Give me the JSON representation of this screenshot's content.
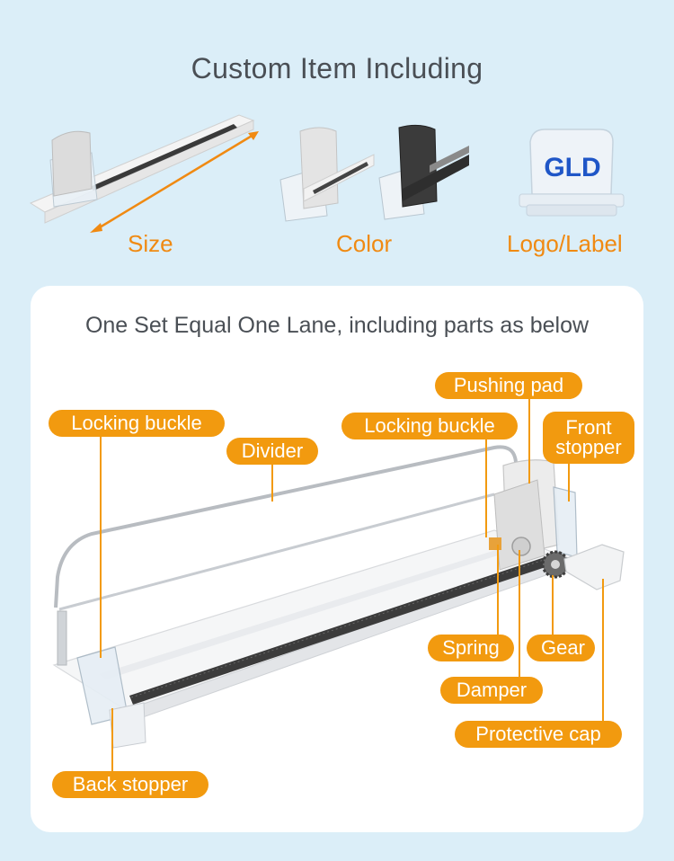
{
  "header": {
    "title": "Custom Item Including"
  },
  "options": {
    "size": {
      "label": "Size"
    },
    "color": {
      "label": "Color"
    },
    "logo": {
      "label": "Logo/Label",
      "badge_text": "GLD"
    }
  },
  "card": {
    "title": "One Set Equal One Lane, including parts as below"
  },
  "parts": {
    "locking_buckle_left": "Locking buckle",
    "divider": "Divider",
    "locking_buckle_right": "Locking buckle",
    "pushing_pad": "Pushing pad",
    "front_stopper_line1": "Front",
    "front_stopper_line2": "stopper",
    "spring": "Spring",
    "gear": "Gear",
    "damper": "Damper",
    "protective_cap": "Protective cap",
    "back_stopper": "Back stopper"
  },
  "colors": {
    "accent": "#f29a0f",
    "label_orange": "#f08a12",
    "background": "#dbeef8",
    "text": "#4a4f55"
  }
}
